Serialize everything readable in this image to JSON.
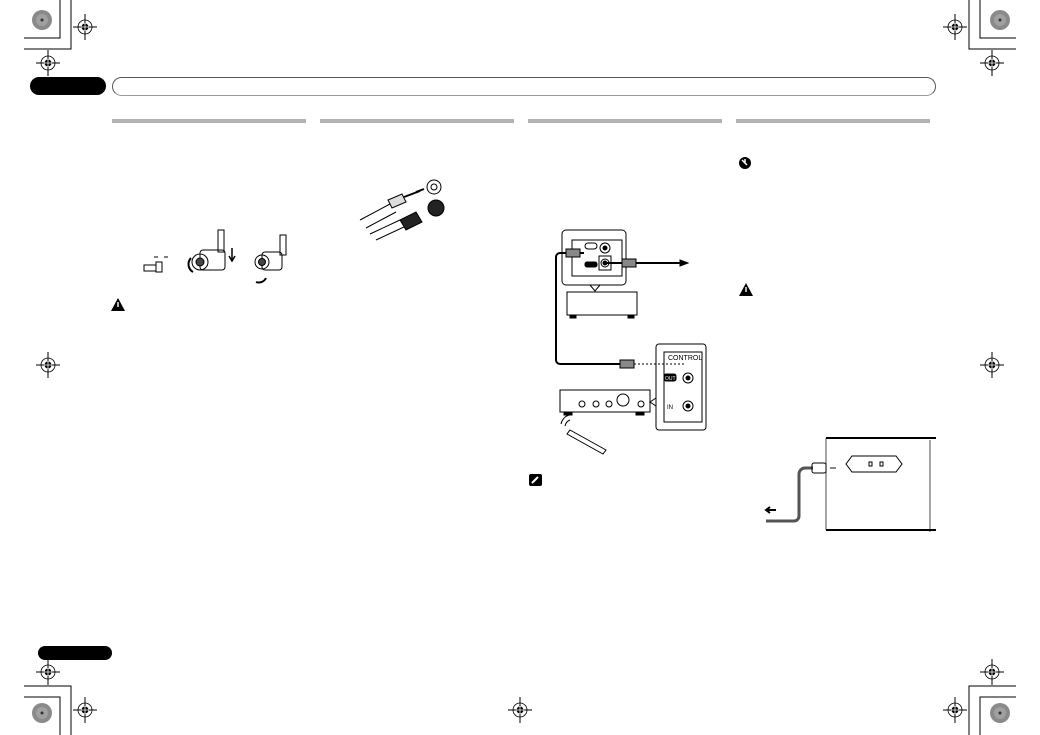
{
  "colors": {
    "header_pill": "#000000",
    "section_rule": "#b3b3b3",
    "ink": "#000000"
  },
  "icons": [
    "registration-mark-icon",
    "caution-triangle-icon",
    "important-icon",
    "note-pencil-icon"
  ],
  "diagrams": {
    "control_panel": {
      "title": "CONTROL",
      "out_label": "OUT",
      "in_label": "IN"
    }
  }
}
